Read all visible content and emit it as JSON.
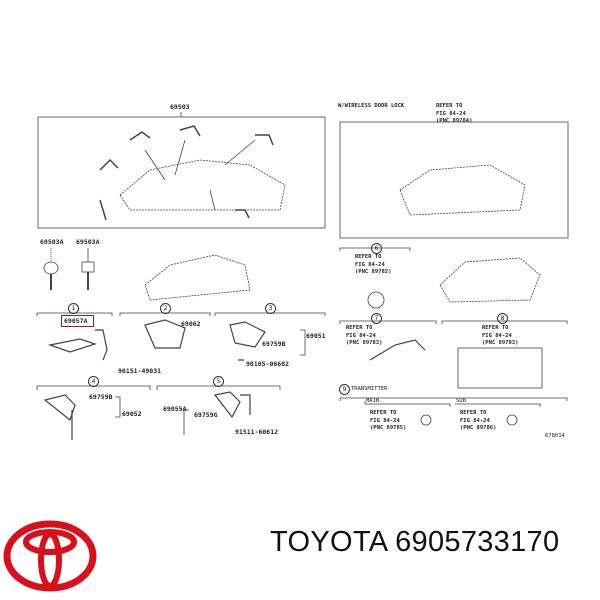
{
  "diagram": {
    "main_part": "69503",
    "keys": [
      "69503A",
      "69503A"
    ],
    "highlighted_part": "69057A",
    "section_numbers": [
      "1",
      "2",
      "3",
      "4",
      "5",
      "6",
      "7",
      "8",
      "9"
    ],
    "group2": {
      "parts": [
        "69062",
        "90151-49031"
      ]
    },
    "group3": {
      "parts": [
        "69051",
        "69759B",
        "90105-06682"
      ]
    },
    "group4": {
      "parts": [
        "69759B",
        "69052"
      ]
    },
    "group5": {
      "parts": [
        "69055A",
        "69759G",
        "91511-60612"
      ]
    },
    "wireless_label": "W/WIRELESS DOOR LOCK",
    "refer_top": "REFER TO\nFIG 84-24\n(PNC 89784)",
    "refer_6": "REFER TO\nFIG 84-24\n(PNC 89782)",
    "refer_7": "REFER TO\nFIG 84-24\n(PNC 89783)",
    "refer_8": "REFER TO\nFIG 84-24\n(PNC 89703)",
    "section9_label": "TRANSMITTER",
    "main_label": "MAIN",
    "sub_label": "SUB",
    "refer_main": "REFER TO\nFIG 84-24\n(PNC 89785)",
    "refer_sub": "REFER TO\nFIG 84-24\n(PNC 89786)",
    "figure_code": "678014"
  },
  "brand": {
    "text": "TOYOTA 6905733170",
    "logo_color": "#d7101c"
  }
}
